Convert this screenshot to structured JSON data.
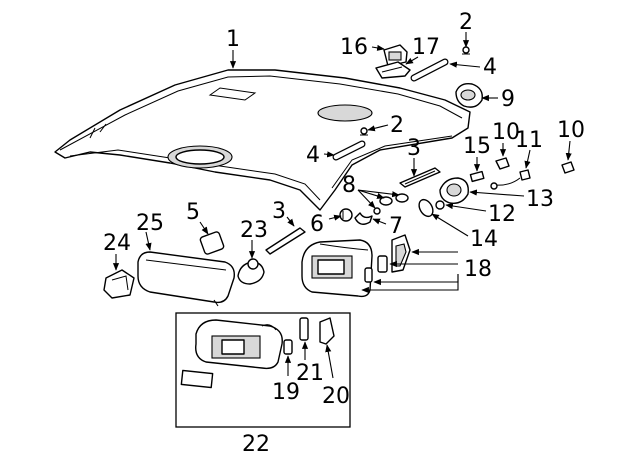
{
  "diagram": {
    "callouts": {
      "c1": "1",
      "c2a": "2",
      "c2b": "2",
      "c3a": "3",
      "c3b": "3",
      "c4a": "4",
      "c4b": "4",
      "c5": "5",
      "c6": "6",
      "c7": "7",
      "c8": "8",
      "c9": "9",
      "c10a": "10",
      "c10b": "10",
      "c11": "11",
      "c12": "12",
      "c13": "13",
      "c14": "14",
      "c15": "15",
      "c16": "16",
      "c17": "17",
      "c18": "18",
      "c19": "19",
      "c20": "20",
      "c21": "21",
      "c22": "22",
      "c23": "23",
      "c24": "24",
      "c25": "25"
    }
  }
}
